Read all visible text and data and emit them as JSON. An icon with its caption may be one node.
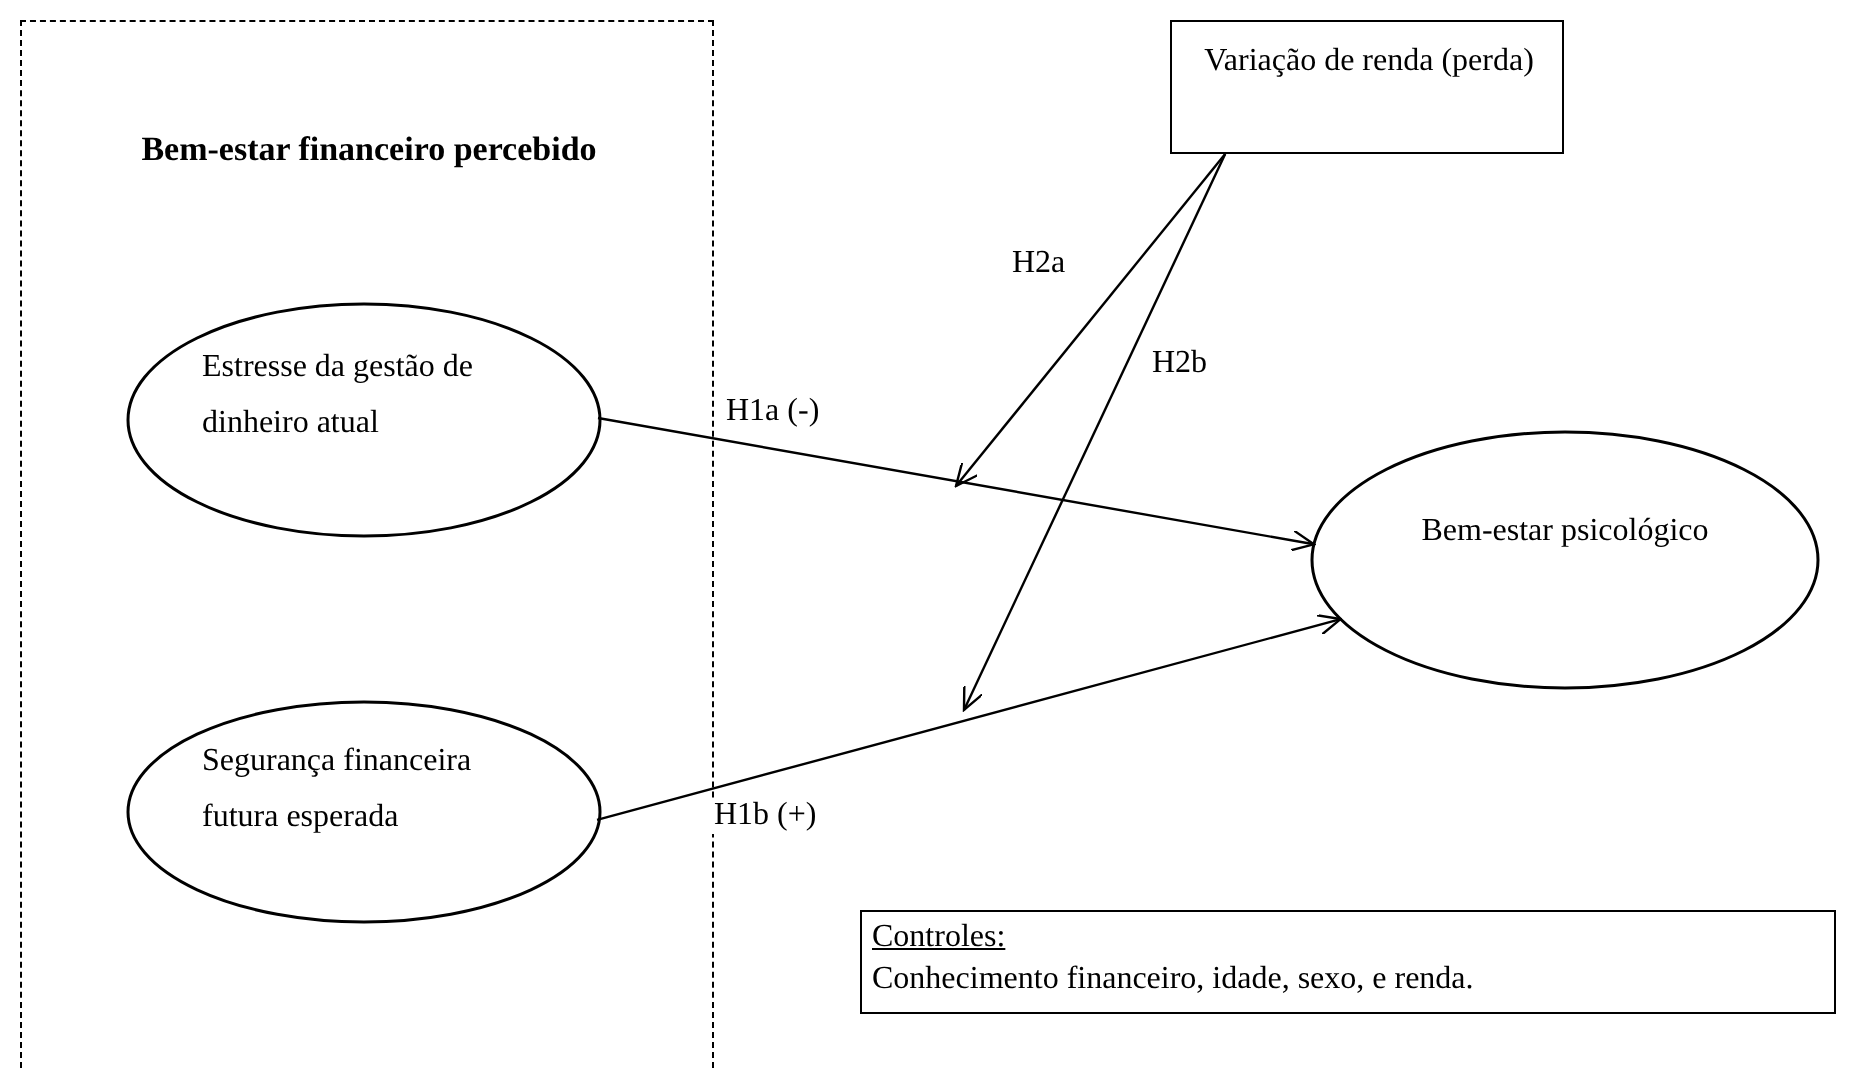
{
  "diagram": {
    "nodes": [
      {
        "text": [
          "Bem-estar financeiro percebido"
        ]
      },
      {
        "text": [
          "Estresse da gestão de dinheiro atual"
        ],
        "in": 0
      },
      {
        "text": [
          "Segurança financeira futura esperada"
        ],
        "in": 0
      },
      {
        "text": [
          "Variação de renda (perda)"
        ]
      },
      {
        "text": [
          "Bem-estar psicológico"
        ]
      },
      {
        "text": [
          "Controles:",
          "Conhecimento financeiro, idade, sexo, e renda."
        ]
      }
    ],
    "edges": [
      {
        "from": 1,
        "to": 4,
        "arrow": "to",
        "label": "H1a (-)"
      },
      {
        "from": 2,
        "to": 4,
        "arrow": "to",
        "label": "H1b (+)"
      },
      {
        "from": 3,
        "to": null,
        "arrow": "to",
        "label": "H2a"
      },
      {
        "from": 3,
        "to": null,
        "arrow": "to",
        "label": "H2b"
      }
    ]
  }
}
